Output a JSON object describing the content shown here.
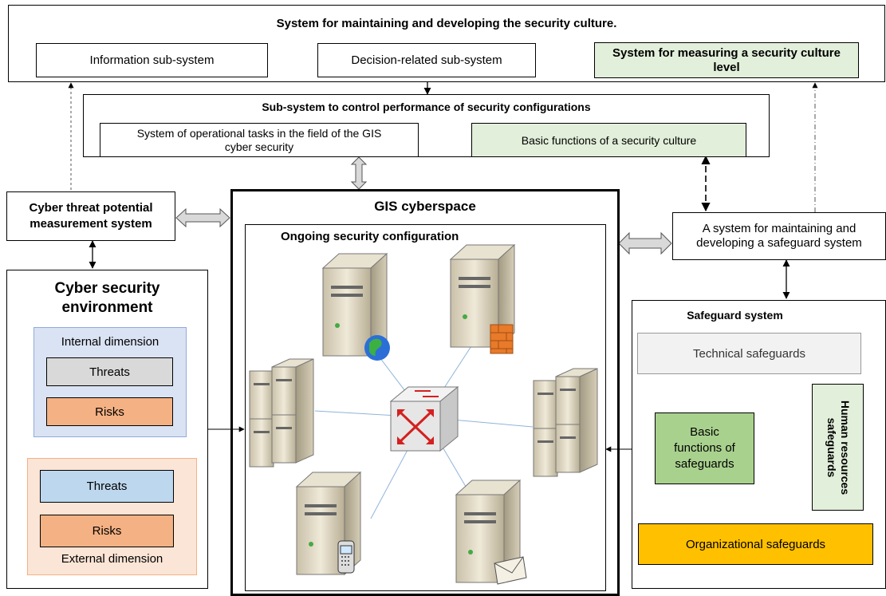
{
  "top_system": {
    "title": "System for maintaining and developing the security culture.",
    "info": "Information sub-system",
    "decision": "Decision-related sub-system",
    "measure": "System for measuring a security culture level"
  },
  "control_subsystem": {
    "title": "Sub-system to control performance of security configurations",
    "operational": "System of operational tasks in the field of the GIS cyber security",
    "basic_culture": "Basic functions of a security culture"
  },
  "cyber_threat": "Cyber threat potential measurement system",
  "environment": {
    "title": "Cyber security environment",
    "internal": {
      "label": "Internal dimension",
      "threats": "Threats",
      "risks": "Risks"
    },
    "external": {
      "label": "External dimension",
      "threats": "Threats",
      "risks": "Risks"
    }
  },
  "gis": {
    "title": "GIS cyberspace",
    "ongoing": "Ongoing security configuration",
    "icons": [
      "web-server-icon",
      "firewall-server-icon",
      "server-cluster-icon",
      "network-switch-icon",
      "server-cluster-icon",
      "mobile-server-icon",
      "mail-server-icon"
    ]
  },
  "safeguard_dev": "A system for maintaining and developing a safeguard system",
  "safeguard": {
    "title": "Safeguard system",
    "technical": "Technical safeguards",
    "basic": "Basic functions of safeguards",
    "human": "Human resources safeguards",
    "organizational": "Organizational safeguards"
  },
  "colors": {
    "green_light": "#e2efda",
    "green_mid": "#a9d18e",
    "blue_light": "#dae3f3",
    "blue_mid": "#bdd7ee",
    "orange_light": "#fbe5d6",
    "orange_mid": "#f4b183",
    "grey": "#d9d9d9",
    "grey_light": "#f2f2f2",
    "gold": "#ffc000"
  }
}
